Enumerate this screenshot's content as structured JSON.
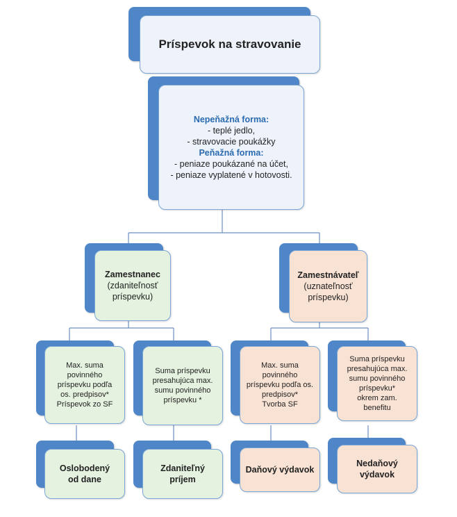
{
  "title": "Príspevok na stravovanie",
  "forms": {
    "non_cash_label": "Nepeňažná forma:",
    "non_cash_1": "- teplé jedlo,",
    "non_cash_2": "- stravovacie poukážky",
    "cash_label": "Peňažná forma:",
    "cash_1": "- peniaze poukázané na účet,",
    "cash_2": "- peniaze vyplatené v hotovosti."
  },
  "employee": {
    "title": "Zamestnanec",
    "sub1": "(zdaniteľnosť",
    "sub2": "príspevku)",
    "left_box": {
      "lines": [
        "Max. suma",
        "povinného",
        "príspevku podľa",
        "os. predpisov*",
        "Príspevok zo SF"
      ]
    },
    "right_box": {
      "lines": [
        "Suma príspevku",
        "presahujúca max.",
        "sumu povinného",
        "príspevku *"
      ]
    },
    "left_result": [
      "Oslobodený",
      "od dane"
    ],
    "right_result": [
      "Zdaniteľný",
      "príjem"
    ]
  },
  "employer": {
    "title": "Zamestnávateľ",
    "sub1": "(uznateľnosť",
    "sub2": "príspevku)",
    "left_box": {
      "lines": [
        "Max. suma",
        "povinného",
        "príspevku podľa os.",
        "predpisov*",
        "Tvorba SF"
      ]
    },
    "right_box": {
      "lines": [
        "Suma príspevku",
        "presahujúca max.",
        "sumu povinného",
        "príspevku*",
        "okrem zam.",
        "benefitu"
      ]
    },
    "left_result": [
      "Daňový výdavok"
    ],
    "right_result": [
      "Nedaňový",
      "výdavok"
    ]
  },
  "colors": {
    "dark_box": "#4f86c8",
    "blue_fill": "#eef3fb",
    "green_fill": "#e5f2e0",
    "peach_fill": "#f8e2d4",
    "heading_blue": "#2a6bb0"
  }
}
